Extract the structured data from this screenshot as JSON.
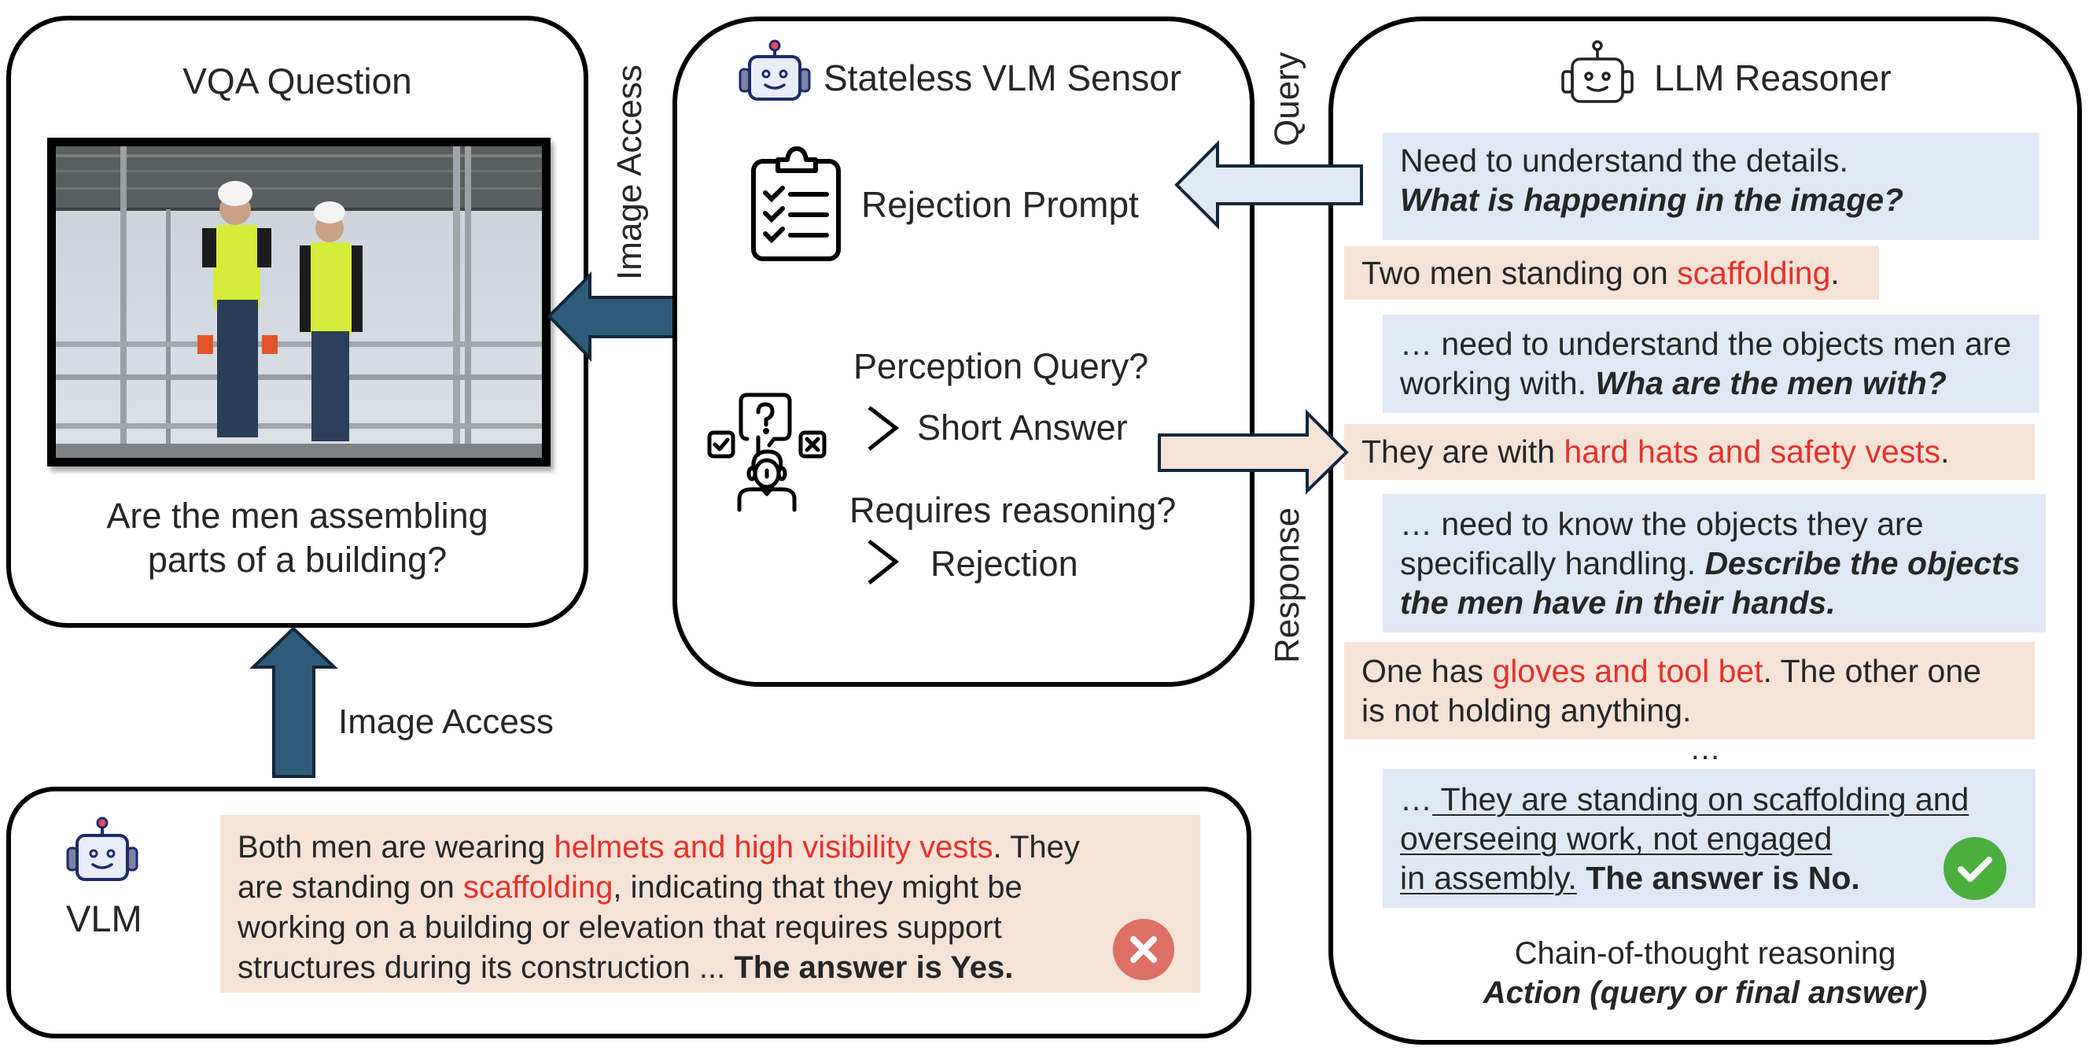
{
  "vqa_panel": {
    "title": "VQA Question",
    "image_alt": "Two men in hard hats and high-visibility vests standing on scaffolding",
    "question_line1": "Are the men assembling",
    "question_line2": "parts of a building?"
  },
  "arrows": {
    "image_access_vertical": "Image Access",
    "image_access_bottom": "Image Access",
    "query": "Query",
    "response": "Response"
  },
  "sensor_panel": {
    "title": "Stateless VLM Sensor",
    "rejection_prompt": "Rejection Prompt",
    "perception_query": "Perception Query?",
    "short_answer": "Short Answer",
    "requires_reasoning": "Requires reasoning?",
    "rejection": "Rejection"
  },
  "reasoner_panel": {
    "title": "LLM Reasoner",
    "messages": [
      {
        "role": "query",
        "parts": [
          {
            "text": "Need to understand the details. ",
            "style": "normal"
          },
          {
            "text": "What is happening in the image?",
            "style": "bold-italic"
          }
        ]
      },
      {
        "role": "response",
        "parts": [
          {
            "text": "Two men standing on ",
            "style": "normal"
          },
          {
            "text": "scaffolding",
            "style": "red"
          },
          {
            "text": ".",
            "style": "normal"
          }
        ]
      },
      {
        "role": "query",
        "parts": [
          {
            "text": "… need to understand the objects men are working with.  ",
            "style": "normal"
          },
          {
            "text": "Wha are the men with?",
            "style": "bold-italic"
          }
        ]
      },
      {
        "role": "response",
        "parts": [
          {
            "text": "They are with ",
            "style": "normal"
          },
          {
            "text": "hard hats and safety vests",
            "style": "red"
          },
          {
            "text": ".",
            "style": "normal"
          }
        ]
      },
      {
        "role": "query",
        "parts": [
          {
            "text": "… need to know the objects they are specifically handling. ",
            "style": "normal"
          },
          {
            "text": "Describe the objects the men have in their hands.",
            "style": "bold-italic"
          }
        ]
      },
      {
        "role": "response",
        "parts": [
          {
            "text": "One has ",
            "style": "normal"
          },
          {
            "text": "gloves and tool bet",
            "style": "red"
          },
          {
            "text": ". The other one is not holding anything.",
            "style": "normal"
          }
        ]
      }
    ],
    "ellipsis": "…",
    "final": {
      "prefix": "…",
      "underlined_line1": " They are standing on scaffolding and",
      "underlined_line2": "overseeing work, not engaged",
      "underlined_line3": "in assembly.",
      "answer": " The answer is No.",
      "status_icon": "check-circle-icon"
    },
    "caption_line1": "Chain-of-thought reasoning",
    "caption_line2": "Action (query or final answer)"
  },
  "vlm_panel": {
    "label": "VLM",
    "text_parts": [
      {
        "text": "Both men are wearing ",
        "style": "normal"
      },
      {
        "text": "helmets and high visibility vests",
        "style": "red"
      },
      {
        "text": ". They are standing on ",
        "style": "normal"
      },
      {
        "text": "scaffolding",
        "style": "red"
      },
      {
        "text": ", indicating that they might be working on a building or elevation that requires support structures during its construction ... ",
        "style": "normal"
      },
      {
        "text": "The answer is Yes.",
        "style": "bold"
      }
    ],
    "status_icon": "x-circle-icon"
  },
  "colors": {
    "arrow_dark": "#2e5b7a",
    "query_blue": "#dfe8f4",
    "response_peach": "#f5e3d8",
    "highlight_red": "#e8312a",
    "check_green": "#4caf3e",
    "x_red": "#de7065"
  }
}
